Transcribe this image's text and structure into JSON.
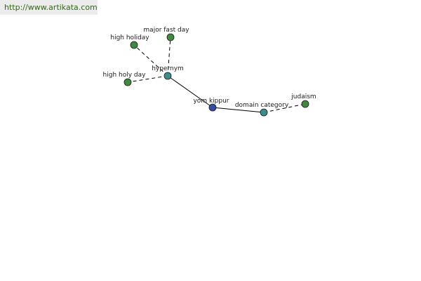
{
  "header": {
    "url_text": "http://www.artikata.com"
  },
  "colors": {
    "center_node": "#3a4aa0",
    "relation_node": "#3d8c8c",
    "term_node": "#3f8a3f",
    "edge": "#000000",
    "url_text": "#33661a",
    "url_bg": "#ececec"
  },
  "graph": {
    "nodes": [
      {
        "id": "yom-kippur",
        "label": "yom kippur",
        "kind": "center"
      },
      {
        "id": "hypernym",
        "label": "hypernym",
        "kind": "relation"
      },
      {
        "id": "domain-category",
        "label": "domain category",
        "kind": "relation"
      },
      {
        "id": "high-holiday",
        "label": "high holiday",
        "kind": "term"
      },
      {
        "id": "major-fast-day",
        "label": "major fast day",
        "kind": "term"
      },
      {
        "id": "high-holy-day",
        "label": "high holy day",
        "kind": "term"
      },
      {
        "id": "judaism",
        "label": "judaism",
        "kind": "term"
      }
    ],
    "edges": [
      {
        "from": "yom-kippur",
        "to": "hypernym",
        "style": "solid"
      },
      {
        "from": "yom-kippur",
        "to": "domain-category",
        "style": "solid"
      },
      {
        "from": "hypernym",
        "to": "high-holiday",
        "style": "dashed"
      },
      {
        "from": "hypernym",
        "to": "major-fast-day",
        "style": "dashed"
      },
      {
        "from": "hypernym",
        "to": "high-holy-day",
        "style": "dashed"
      },
      {
        "from": "domain-category",
        "to": "judaism",
        "style": "dashed"
      }
    ]
  }
}
